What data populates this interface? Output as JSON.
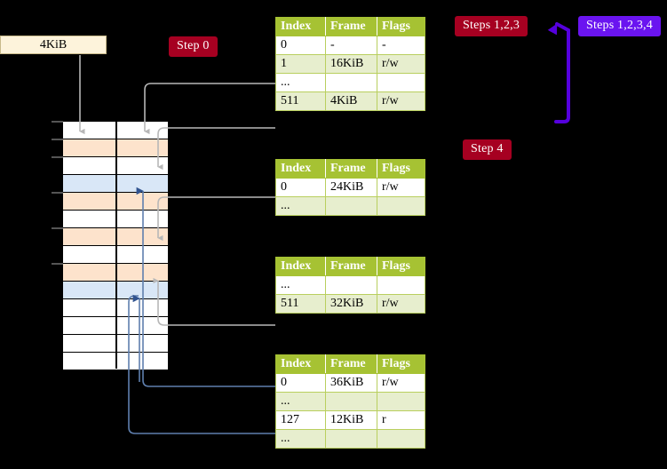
{
  "diagram": {
    "title_badges": [
      {
        "id": "step0",
        "label": "Step 0",
        "color": "#a60021",
        "style": "red"
      },
      {
        "id": "steps123",
        "label": "Steps 1,2,3",
        "color": "#a60021",
        "style": "red"
      },
      {
        "id": "steps1234",
        "label": "Steps 1,2,3,4",
        "color": "#6a14f0",
        "style": "blue"
      },
      {
        "id": "step4",
        "label": "Step 4",
        "color": "#a60021",
        "style": "red"
      }
    ],
    "frame_box": {
      "label": "4KiB"
    },
    "colors": {
      "peach": "#fde3cc",
      "blue_row": "#d9e7f7",
      "table_header": "#a6c233",
      "table_alt_row": "#e7eece",
      "highlight": "#ffff9e",
      "badge_red": "#a60021",
      "badge_blue": "#6a14f0",
      "gray_arrow": "#b7b7b7",
      "blue_arrow": "#5f7fae"
    },
    "memory_rows": [
      {
        "index": 0,
        "fill": "white"
      },
      {
        "index": 1,
        "fill": "peach"
      },
      {
        "index": 2,
        "fill": "white"
      },
      {
        "index": 3,
        "fill": "blue"
      },
      {
        "index": 4,
        "fill": "peach"
      },
      {
        "index": 5,
        "fill": "white"
      },
      {
        "index": 6,
        "fill": "peach"
      },
      {
        "index": 7,
        "fill": "white"
      },
      {
        "index": 8,
        "fill": "peach"
      },
      {
        "index": 9,
        "fill": "blue"
      },
      {
        "index": 10,
        "fill": "white"
      },
      {
        "index": 11,
        "fill": "white"
      },
      {
        "index": 12,
        "fill": "white"
      },
      {
        "index": 13,
        "fill": "white"
      }
    ],
    "tables": [
      {
        "id": "table-1",
        "headers": [
          "Index",
          "Frame",
          "Flags"
        ],
        "rows": [
          {
            "cells": [
              "0",
              "-",
              "-"
            ],
            "alt": false,
            "highlight": false
          },
          {
            "cells": [
              "1",
              "16KiB",
              "r/w"
            ],
            "alt": true,
            "highlight": false
          },
          {
            "cells": [
              "...",
              "",
              ""
            ],
            "alt": false,
            "highlight": false
          },
          {
            "cells": [
              "511",
              "4KiB",
              "r/w"
            ],
            "alt": true,
            "highlight": true
          }
        ]
      },
      {
        "id": "table-2",
        "headers": [
          "Index",
          "Frame",
          "Flags"
        ],
        "rows": [
          {
            "cells": [
              "0",
              "24KiB",
              "r/w"
            ],
            "alt": false,
            "highlight": false
          },
          {
            "cells": [
              "...",
              "",
              ""
            ],
            "alt": true,
            "highlight": false
          }
        ]
      },
      {
        "id": "table-3",
        "headers": [
          "Index",
          "Frame",
          "Flags"
        ],
        "rows": [
          {
            "cells": [
              "...",
              "",
              ""
            ],
            "alt": false,
            "highlight": false
          },
          {
            "cells": [
              "511",
              "32KiB",
              "r/w"
            ],
            "alt": true,
            "highlight": false
          }
        ]
      },
      {
        "id": "table-4",
        "headers": [
          "Index",
          "Frame",
          "Flags"
        ],
        "rows": [
          {
            "cells": [
              "0",
              "36KiB",
              "r/w"
            ],
            "alt": false,
            "highlight": false
          },
          {
            "cells": [
              "...",
              "",
              ""
            ],
            "alt": true,
            "highlight": false
          },
          {
            "cells": [
              "127",
              "12KiB",
              "r"
            ],
            "alt": false,
            "highlight": false
          },
          {
            "cells": [
              "...",
              "",
              ""
            ],
            "alt": true,
            "highlight": false
          }
        ]
      }
    ]
  }
}
